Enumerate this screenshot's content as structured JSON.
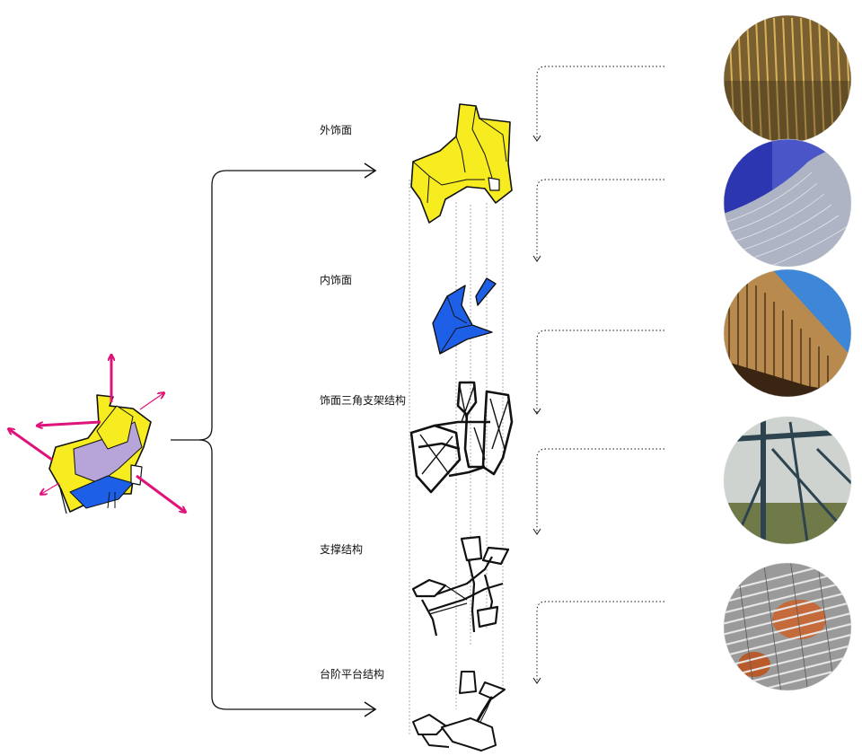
{
  "layers": [
    {
      "id": "outer-facade",
      "label": "外饰面",
      "fill": "#f7ec1f"
    },
    {
      "id": "inner-facade",
      "label": "内饰面",
      "fill": "#1e5fe8"
    },
    {
      "id": "triangle-frame",
      "label": "饰面三角支架结构",
      "fill": "#ffffff"
    },
    {
      "id": "support-structure",
      "label": "支撑结构",
      "fill": "#ffffff"
    },
    {
      "id": "step-platform",
      "label": "台阶平台结构",
      "fill": "#ffffff"
    }
  ],
  "colors": {
    "stroke": "#111111",
    "arrow_magenta": "#e0137b",
    "yellow": "#f7ec1f",
    "blue": "#1e5fe8",
    "purple": "#b7a4d9"
  },
  "photos": [
    {
      "name": "golden-rod-screen",
      "base": "#7a6030",
      "accent": "#d8b25a"
    },
    {
      "name": "metal-mesh-facade",
      "base": "#4a55c8",
      "accent": "#c8ccd8"
    },
    {
      "name": "timber-slat-stair",
      "base": "#3d86d8",
      "accent": "#c9985a"
    },
    {
      "name": "steel-truss-structure",
      "base": "#c8ccc8",
      "accent": "#2d4450"
    },
    {
      "name": "steel-grating-platform",
      "base": "#a8a8a8",
      "accent": "#c56a3a"
    }
  ]
}
